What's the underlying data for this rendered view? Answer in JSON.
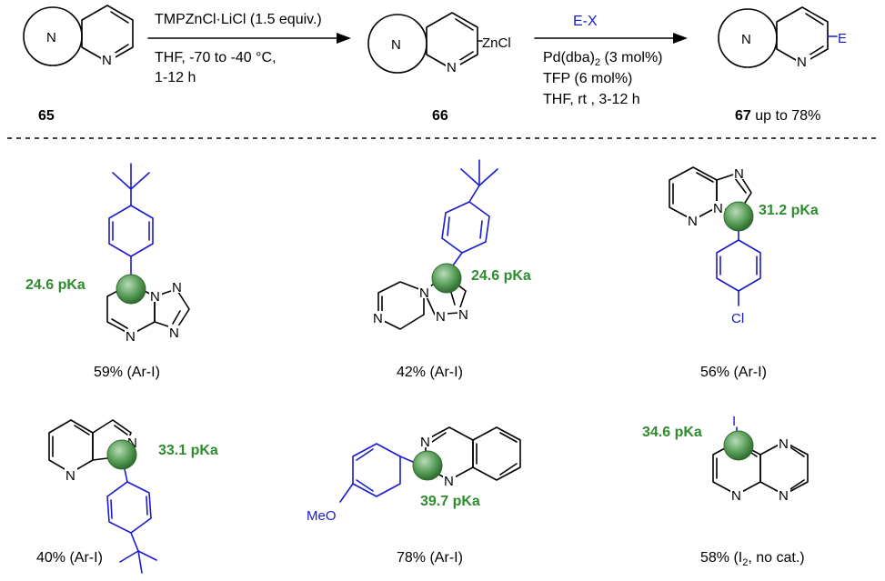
{
  "colors": {
    "text": "#000000",
    "substituent": "#1a1acc",
    "pka": "#2e8b2e",
    "ball": "#5a9e5a"
  },
  "scheme": {
    "compound_65": "65",
    "compound_66": "66",
    "compound_67": "67",
    "yield_67": "up to 78%",
    "ring_label": "N",
    "zinc_label": "ZnCl",
    "electrophile_label": "E",
    "step1": {
      "reagent": "TMPZnCl·LiCl (1.5 equiv.)",
      "cond1": "THF, -70 to -40 °C,",
      "cond2": "1-12 h"
    },
    "step2": {
      "reagent": "E-X",
      "cat_main": "Pd(dba)",
      "cat_sub": "2",
      "cat_tail": " (3 mol%)",
      "ligand": "TFP (6 mol%)",
      "cond": "THF, rt , 3-12 h"
    }
  },
  "examples": [
    {
      "pka": "24.6 pKa",
      "yield": "59% (Ar-I)"
    },
    {
      "pka": "24.6 pKa",
      "yield": "42% (Ar-I)"
    },
    {
      "pka": "31.2 pKa",
      "yield": "56% (Ar-I)",
      "substituent": "Cl"
    },
    {
      "pka": "33.1 pKa",
      "yield": "40% (Ar-I)"
    },
    {
      "pka": "39.7 pKa",
      "yield": "78% (Ar-I)",
      "substituent": "MeO"
    },
    {
      "pka": "34.6 pKa",
      "yield_main": "58% (I",
      "yield_sub": "2",
      "yield_tail": ", no cat.)",
      "substituent": "I"
    }
  ]
}
